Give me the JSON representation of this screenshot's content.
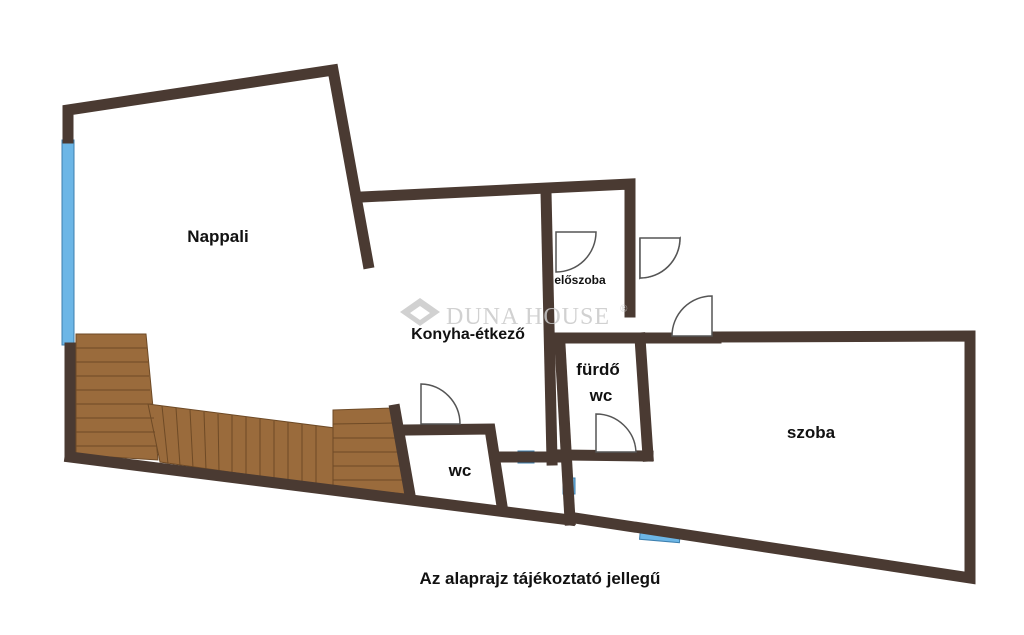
{
  "plan": {
    "rooms": {
      "nappali": "Nappali",
      "konyha": "Konyha-étkező",
      "eloszoba": "előszoba",
      "furdo": "fürdő",
      "furdo_wc": "wc",
      "wc": "wc",
      "szoba": "szoba"
    },
    "caption": "Az alaprajz tájékoztató jellegű",
    "watermark": "DUNA HOUSE",
    "watermark_mark": "®"
  },
  "colors": {
    "wall": "#4a3a32",
    "window": "#6cb6e6",
    "door": "#555555",
    "wood": "#9a6b3c",
    "wood_line": "#6e4a26",
    "watermark": "#c9c9c9"
  }
}
